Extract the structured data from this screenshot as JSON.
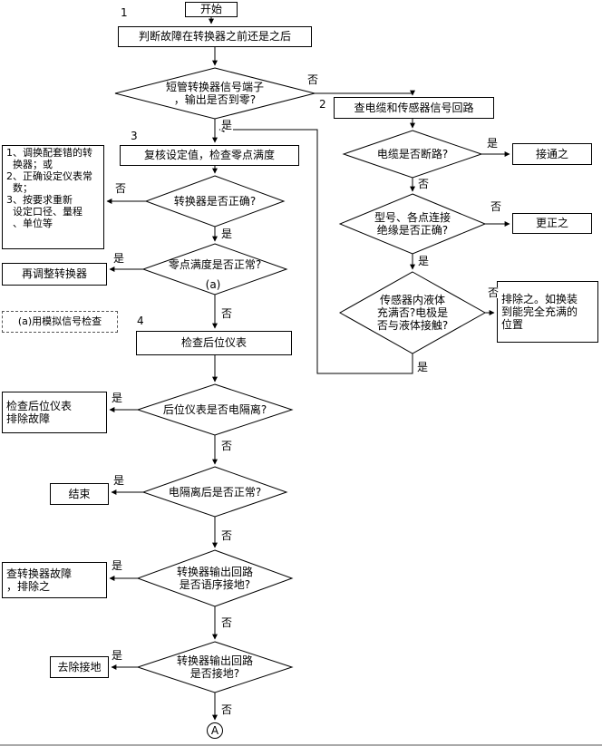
{
  "labels": {
    "yes": "是",
    "no": "否"
  },
  "markers": {
    "n1": "1",
    "n2": "2",
    "n3": "3",
    "n4": "4",
    "a_ref": "(a)",
    "connector": "A"
  },
  "nodes": {
    "start": "开始",
    "judge_fault": "判断故障在转换器之前还是之后",
    "d_output_zero": "短管转换器信号端子\n，输出是否到零?",
    "check_cable_sensor": "查电缆和传感器信号回路",
    "d_cable_open": "电缆是否断路?",
    "connect_it": "接通之",
    "d_model_insulation": "型号、各点连接\n绝缘是否正确?",
    "correct_it": "更正之",
    "d_sensor_liquid": "传感器内液体\n充满否?电极是\n否与液体接触?",
    "resolve_refit": "排除之。如换装\n到能完全充满的\n位置",
    "review_setpoint": "复核设定值，检查零点满度",
    "d_converter_correct": "转换器是否正确?",
    "notes_list": "1、调换配套错的转\n  换器；或\n2、正确设定仪表常\n  数；\n3、按要求重新\n  设定口径、量程\n  、单位等",
    "readjust_converter": "再调整转换器",
    "d_zero_span_ok": "零点满度是否正常?",
    "analog_signal_note": "(a)用模拟信号检查",
    "check_downstream": "检查后位仪表",
    "d_downstream_isolated": "后位仪表是否电隔离?",
    "check_downstream_fix": "检查后位仪表\n排除故障",
    "d_after_isolation_ok": "电隔离后是否正常?",
    "end": "结束",
    "d_output_ground_allowed": "转换器输出回路\n是否语序接地?",
    "find_converter_fault": "查转换器故障\n，排除之",
    "d_output_grounded": "转换器输出回路\n是否接地?",
    "remove_ground": "去除接地"
  }
}
